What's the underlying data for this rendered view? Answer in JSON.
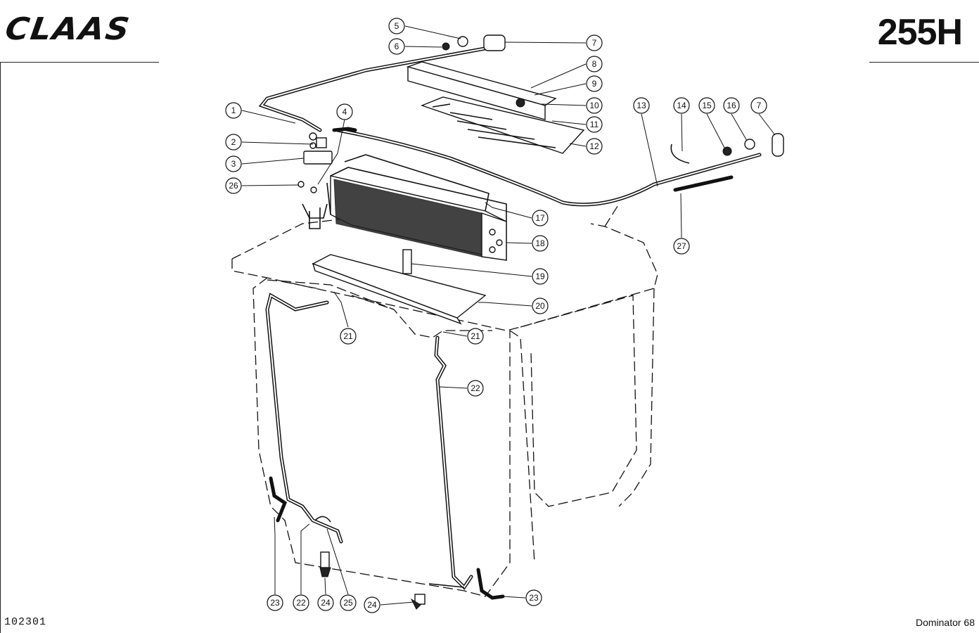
{
  "header": {
    "logo": "CLAAS",
    "page_code": "255H"
  },
  "footer": {
    "drawing_number": "102301",
    "model": "Dominator 68"
  },
  "callouts": [
    {
      "id": "c1",
      "label": "1"
    },
    {
      "id": "c2",
      "label": "2"
    },
    {
      "id": "c3",
      "label": "3"
    },
    {
      "id": "c4",
      "label": "4"
    },
    {
      "id": "c5",
      "label": "5"
    },
    {
      "id": "c6",
      "label": "6"
    },
    {
      "id": "c7a",
      "label": "7"
    },
    {
      "id": "c7b",
      "label": "7"
    },
    {
      "id": "c8",
      "label": "8"
    },
    {
      "id": "c9",
      "label": "9"
    },
    {
      "id": "c10",
      "label": "10"
    },
    {
      "id": "c11",
      "label": "11"
    },
    {
      "id": "c12",
      "label": "12"
    },
    {
      "id": "c13",
      "label": "13"
    },
    {
      "id": "c14",
      "label": "14"
    },
    {
      "id": "c15",
      "label": "15"
    },
    {
      "id": "c16",
      "label": "16"
    },
    {
      "id": "c17",
      "label": "17"
    },
    {
      "id": "c18",
      "label": "18"
    },
    {
      "id": "c19",
      "label": "19"
    },
    {
      "id": "c20",
      "label": "20"
    },
    {
      "id": "c21a",
      "label": "21"
    },
    {
      "id": "c21b",
      "label": "21"
    },
    {
      "id": "c22a",
      "label": "22"
    },
    {
      "id": "c22b",
      "label": "22"
    },
    {
      "id": "c23a",
      "label": "23"
    },
    {
      "id": "c23b",
      "label": "23"
    },
    {
      "id": "c24a",
      "label": "24"
    },
    {
      "id": "c24b",
      "label": "24"
    },
    {
      "id": "c25",
      "label": "25"
    },
    {
      "id": "c26",
      "label": "26"
    },
    {
      "id": "c27",
      "label": "27"
    }
  ]
}
